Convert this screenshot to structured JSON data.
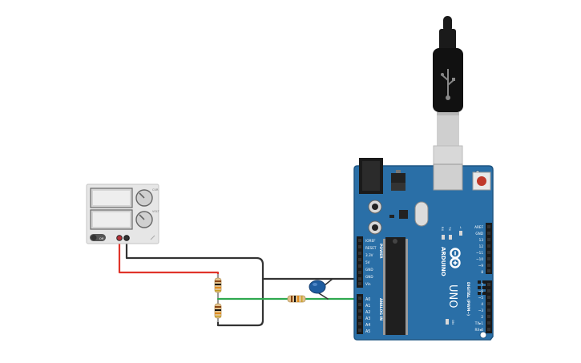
{
  "colors": {
    "board": "#2a6fa7",
    "board_edge": "#1f5683",
    "wire_red": "#e0342a",
    "wire_black": "#333333",
    "wire_green": "#2fa84f",
    "capacitor": "#1f5da0",
    "psu_body": "#e6e6e6"
  },
  "power_supply": {
    "icon": "power-supply-icon",
    "knob_labels": [
      "CUR",
      "VOLT"
    ],
    "switch_label": "Off"
  },
  "board": {
    "brand": "ARDUINO",
    "model": "UNO",
    "power_header_title": "POWER",
    "analog_header_title": "ANALOG IN",
    "digital_header_title": "DIGITAL (PWM~)",
    "power_pins": [
      "IOREF",
      "RESET",
      "3.3V",
      "5V",
      "GND",
      "GND",
      "Vin"
    ],
    "analog_pins": [
      "A0",
      "A1",
      "A2",
      "A3",
      "A4",
      "A5"
    ],
    "digital_top_pins": [
      "AREF",
      "GND",
      "13",
      "12",
      "~11",
      "~10",
      "~9",
      "8"
    ],
    "digital_bottom_pins": [
      "7",
      "~6",
      "~5",
      "4",
      "~3",
      "2",
      "TX▸1",
      "RX◂0"
    ],
    "led_labels": [
      "RX",
      "TX",
      "L"
    ],
    "on_label": "ON",
    "usb_icon": "usb-icon"
  }
}
